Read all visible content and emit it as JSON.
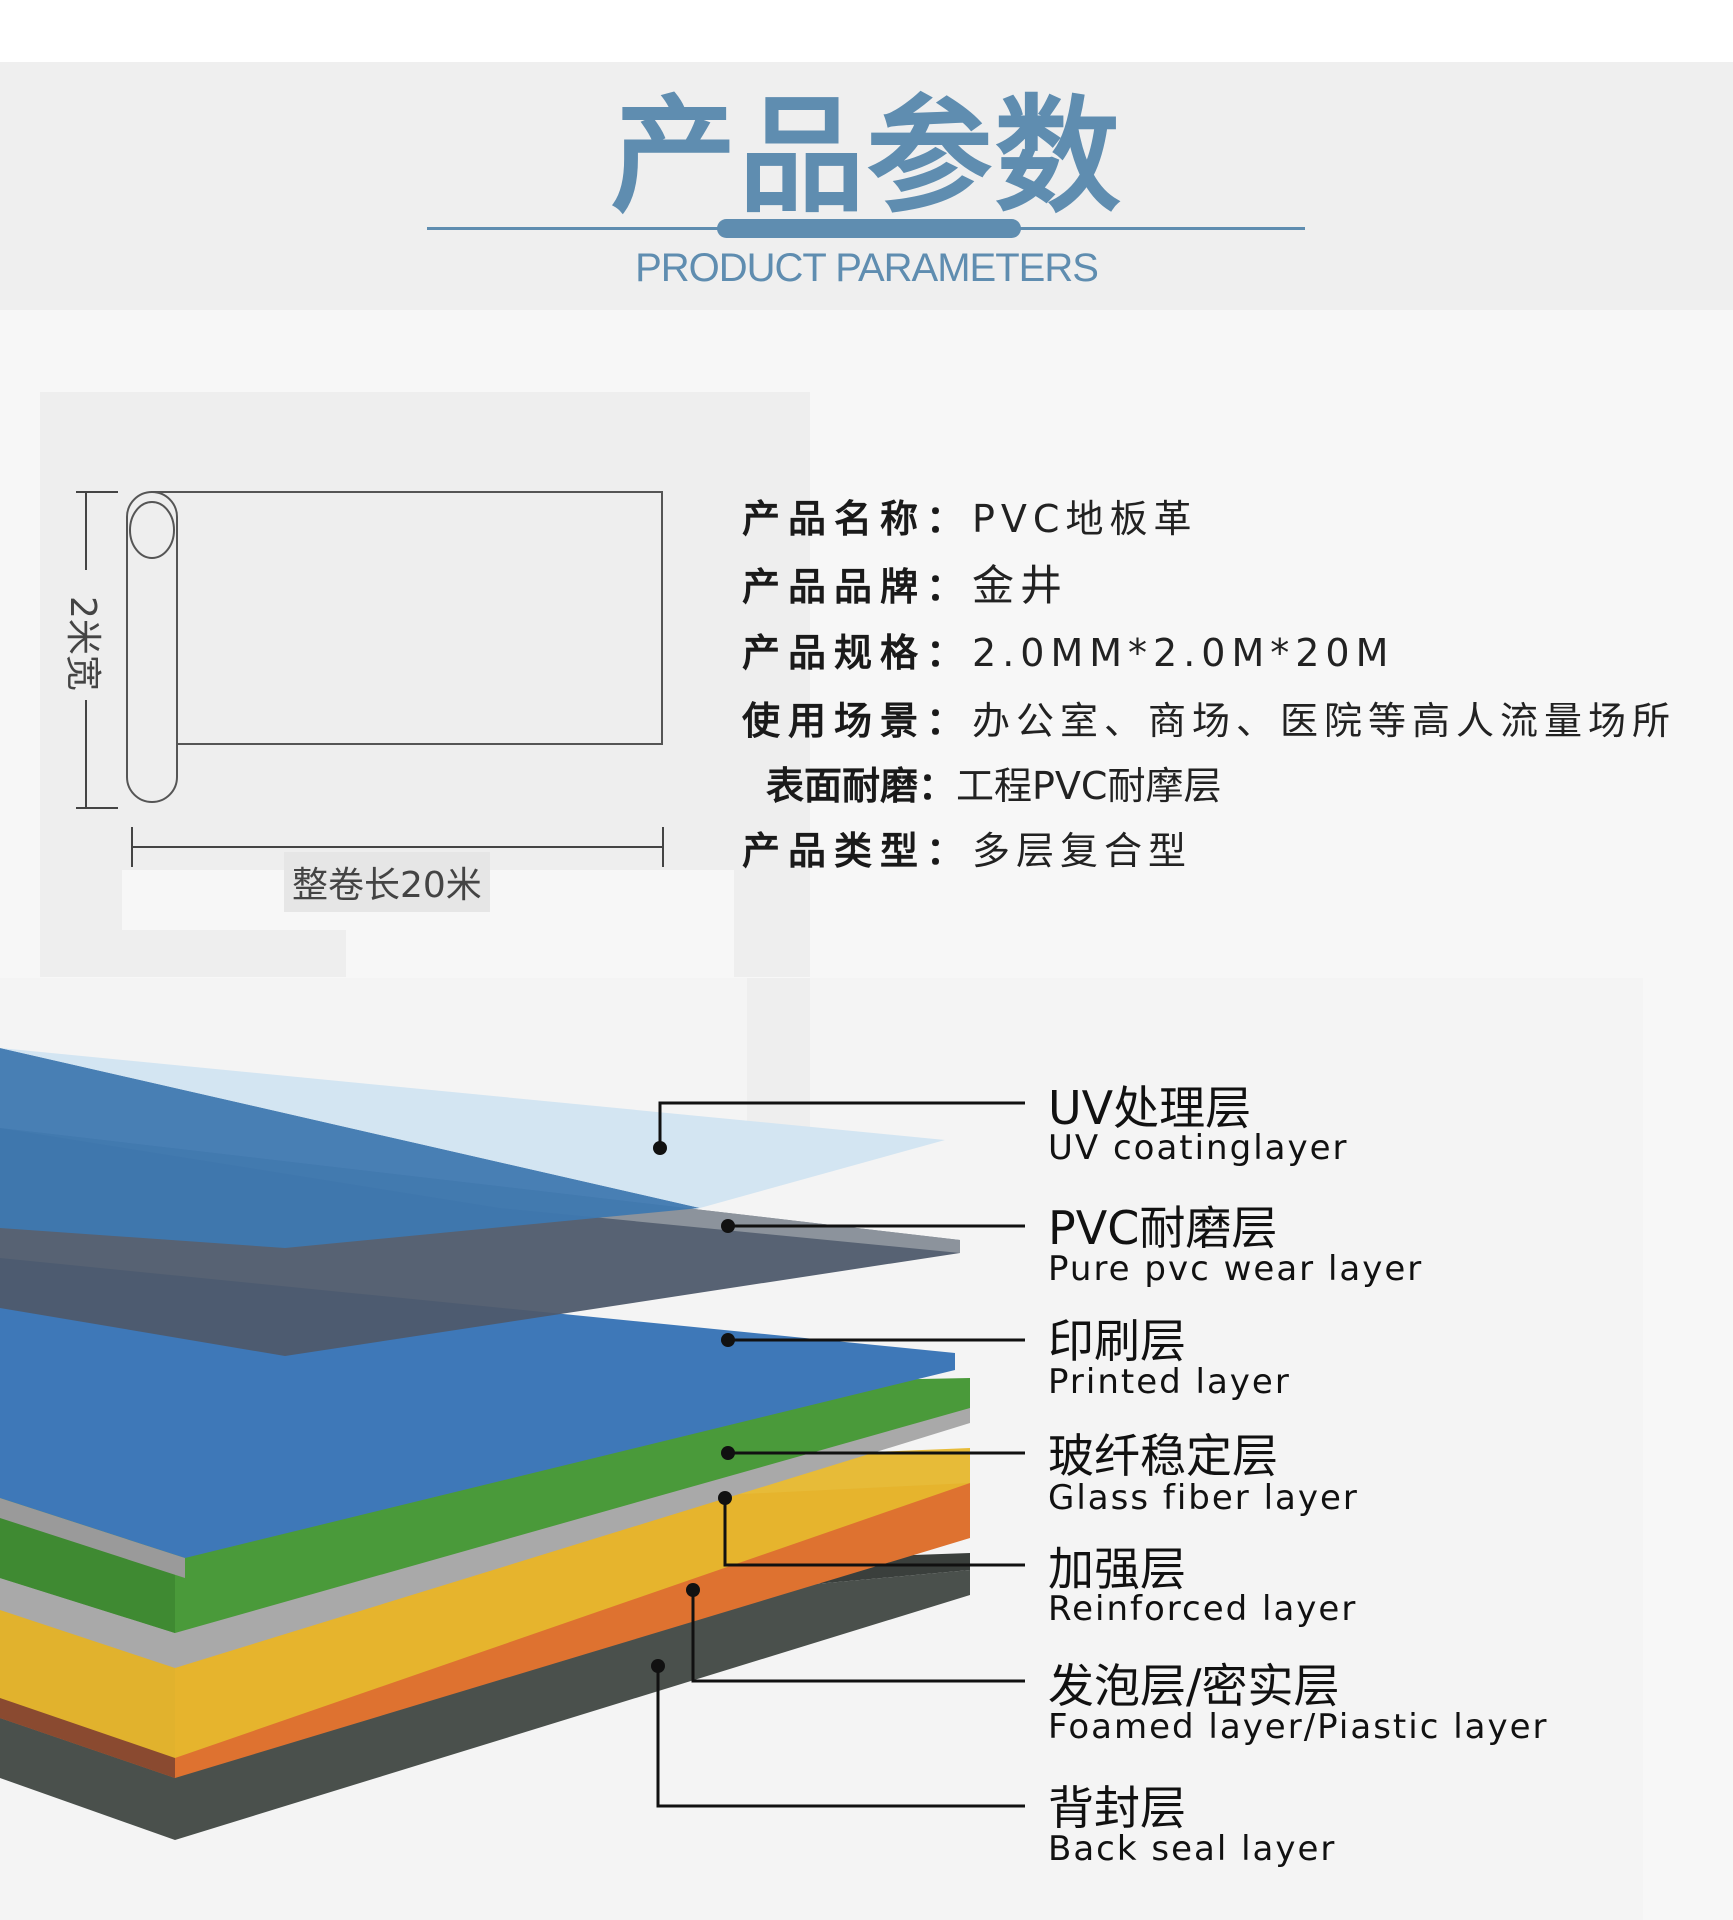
{
  "header": {
    "title_cn": "产品参数",
    "title_en": "PRODUCT PARAMETERS"
  },
  "diagram": {
    "width_label": "2米宽",
    "length_label": "整卷长20米"
  },
  "specs": [
    {
      "key": "产品名称：",
      "value": "PVC地板革"
    },
    {
      "key": "产品品牌：",
      "value": "金井"
    },
    {
      "key": "产品规格：",
      "value": "2.0MM*2.0M*20M"
    },
    {
      "key": "使用场景：",
      "value": "办公室、商场、医院等高人流量场所"
    },
    {
      "key": "表面耐磨：",
      "value": "工程PVC耐摩层"
    },
    {
      "key": "产品类型：",
      "value": "多层复合型"
    }
  ],
  "layers": [
    {
      "cn": "UV处理层",
      "en": "UV coatinglayer"
    },
    {
      "cn": "PVC耐磨层",
      "en": "Pure pvc wear layer"
    },
    {
      "cn": "印刷层",
      "en": "Printed layer"
    },
    {
      "cn": "玻纤稳定层",
      "en": "Glass fiber layer"
    },
    {
      "cn": "加强层",
      "en": "Reinforced layer"
    },
    {
      "cn": "发泡层/密实层",
      "en": "Foamed layer/Piastic layer"
    },
    {
      "cn": "背封层",
      "en": "Back seal layer"
    }
  ],
  "colors": {
    "accent": "#5f8db0",
    "uv": "#cfe3f2",
    "wear": "#4e5a6b",
    "printed": "#3e78b8",
    "glass": "#a9a9a9",
    "green": "#4a9a3a",
    "yellow": "#e6b72d",
    "orange": "#de7230",
    "back": "#4a504c"
  }
}
